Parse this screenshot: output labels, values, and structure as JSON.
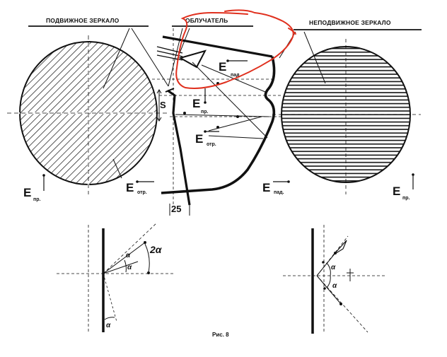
{
  "labels": {
    "movable_mirror": "ПОДВИЖНОЕ ЗЕРКАЛО",
    "feed": "ОБЛУЧАТЕЛЬ",
    "fixed_mirror": "НЕПОДВИЖНОЕ ЗЕРКАЛО",
    "e_letter": "E",
    "sub_pr": "пр.",
    "sub_pad": "пад.",
    "sub_otr": "отр.",
    "dim_s": "S",
    "dim_25": "25",
    "angle_alpha": "α",
    "angle_2alpha": "2α",
    "caption": "Рис. 8"
  },
  "colors": {
    "ink": "#111111",
    "annotation": "#e0301e",
    "background": "#ffffff"
  }
}
